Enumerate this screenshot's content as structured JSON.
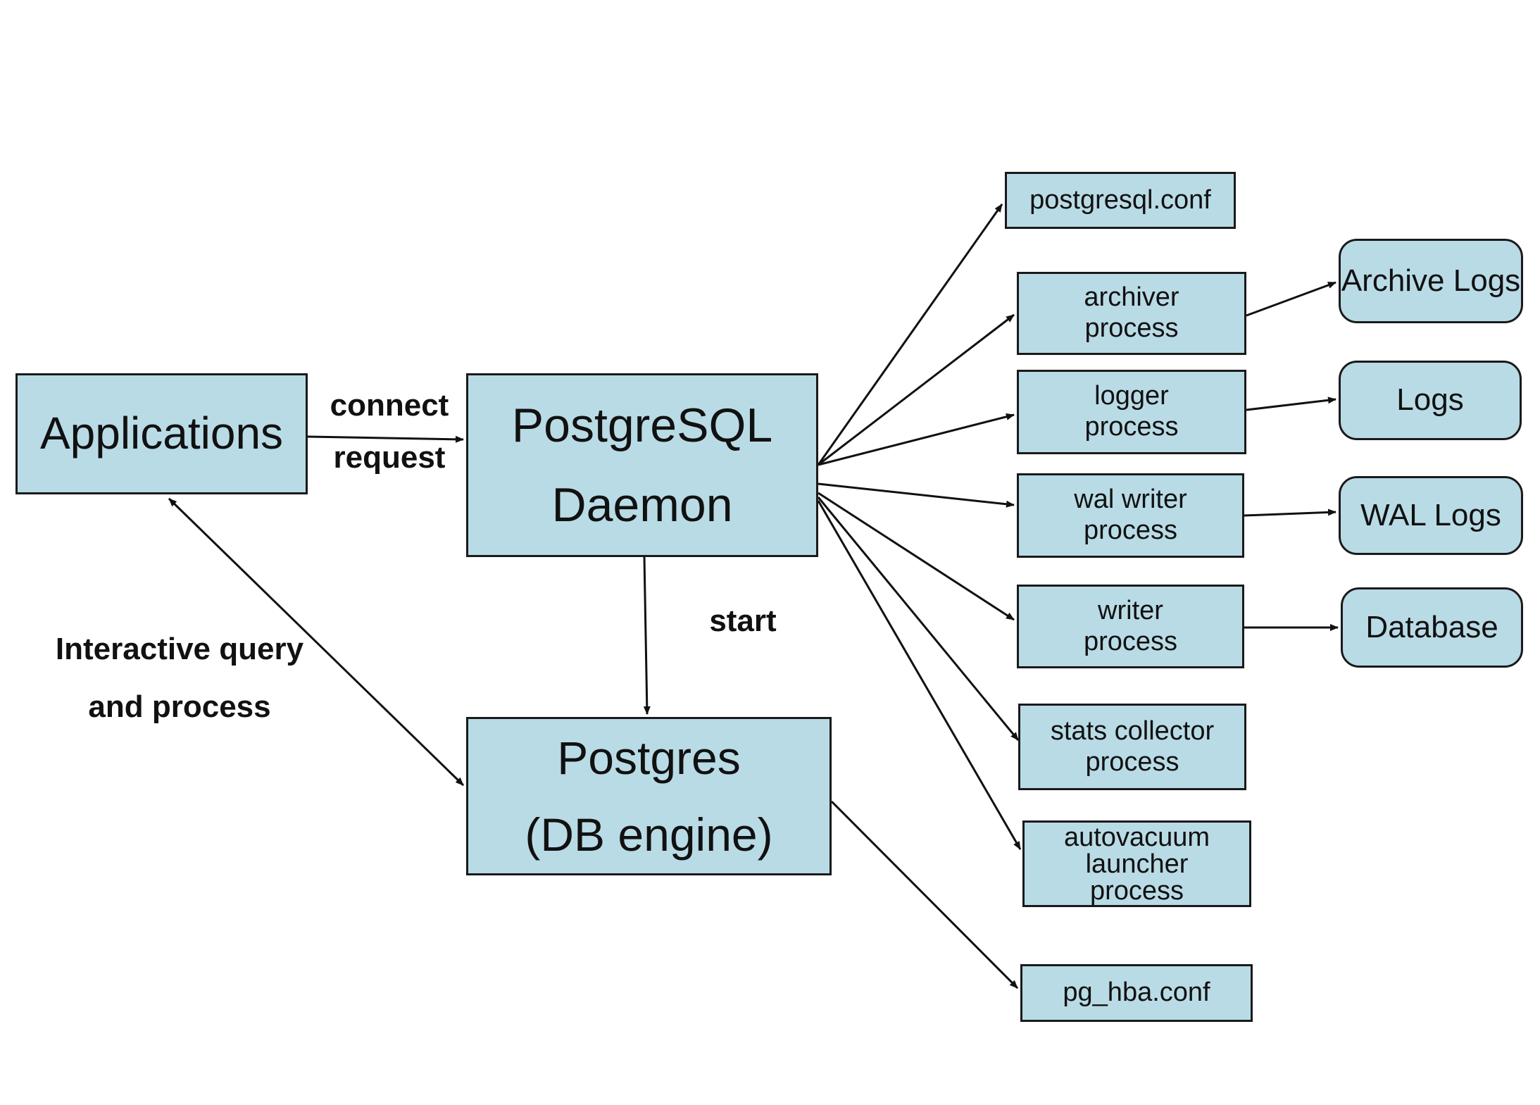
{
  "colors": {
    "box_fill": "#b9dbe6",
    "border": "#1a1a1a",
    "arrow": "#111111",
    "background": "#ffffff"
  },
  "nodes": {
    "applications": "Applications",
    "daemon": [
      "PostgreSQL",
      "Daemon"
    ],
    "postgres": [
      "Postgres",
      "(DB engine)"
    ],
    "postgresql_conf": "postgresql.conf",
    "archiver": [
      "archiver",
      "process"
    ],
    "logger": [
      "logger",
      "process"
    ],
    "wal_writer": [
      "wal writer",
      "process"
    ],
    "writer": [
      "writer",
      "process"
    ],
    "stats_collector": [
      "stats collector",
      "process"
    ],
    "autovacuum": [
      "autovacuum",
      "launcher",
      "process"
    ],
    "pg_hba_conf": "pg_hba.conf",
    "archive_logs": "Archive Logs",
    "logs": "Logs",
    "wal_logs": "WAL Logs",
    "database": "Database"
  },
  "labels": {
    "connect": "connect",
    "request": "request",
    "start": "start",
    "interactive": "Interactive query",
    "and_process": "and process"
  },
  "edges": [
    {
      "from": "applications",
      "to": "daemon",
      "label": "connect request"
    },
    {
      "from": "daemon",
      "to": "postgres",
      "label": "start"
    },
    {
      "from": "applications",
      "to": "postgres",
      "label": "Interactive query and process",
      "bidirectional": true
    },
    {
      "from": "daemon",
      "to": "postgresql_conf"
    },
    {
      "from": "daemon",
      "to": "archiver"
    },
    {
      "from": "daemon",
      "to": "logger"
    },
    {
      "from": "daemon",
      "to": "wal_writer"
    },
    {
      "from": "daemon",
      "to": "writer"
    },
    {
      "from": "daemon",
      "to": "stats_collector"
    },
    {
      "from": "daemon",
      "to": "autovacuum"
    },
    {
      "from": "postgres",
      "to": "pg_hba_conf"
    },
    {
      "from": "archiver",
      "to": "archive_logs"
    },
    {
      "from": "logger",
      "to": "logs"
    },
    {
      "from": "wal_writer",
      "to": "wal_logs"
    },
    {
      "from": "writer",
      "to": "database"
    }
  ]
}
